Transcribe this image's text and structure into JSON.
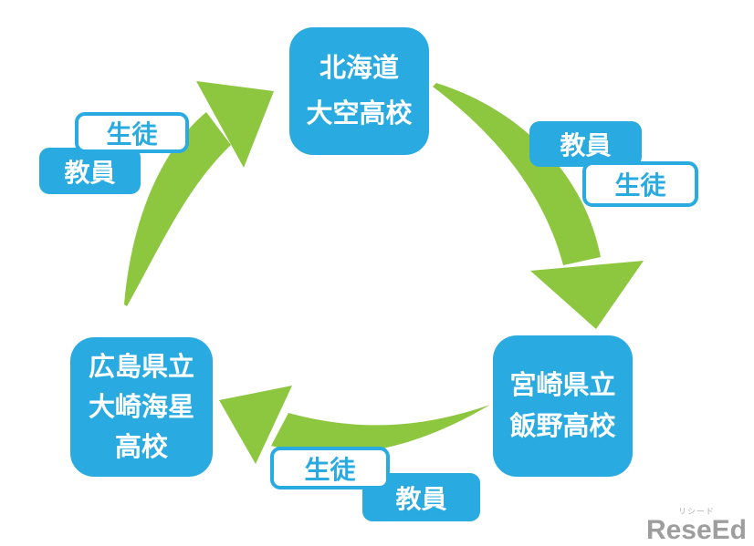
{
  "nodes": {
    "top": {
      "line1": "北海道",
      "line2": "大空高校"
    },
    "right": {
      "line1": "宮崎県立",
      "line2": "飯野高校"
    },
    "left": {
      "line1": "広島県立",
      "line2": "大崎海星",
      "line3": "高校"
    }
  },
  "labels": {
    "left_student": "生徒",
    "left_teacher": "教員",
    "right_teacher": "教員",
    "right_student": "生徒",
    "bottom_student": "生徒",
    "bottom_teacher": "教員"
  },
  "watermark": {
    "furigana": "リシード",
    "name": "ReseEd"
  },
  "colors": {
    "node_blue": "#29ABE2",
    "arrow_green": "#8DC63F",
    "label_text_blue": "#29ABE2",
    "watermark_gray": "#9E9E9E",
    "background": "#FFFFFF"
  }
}
